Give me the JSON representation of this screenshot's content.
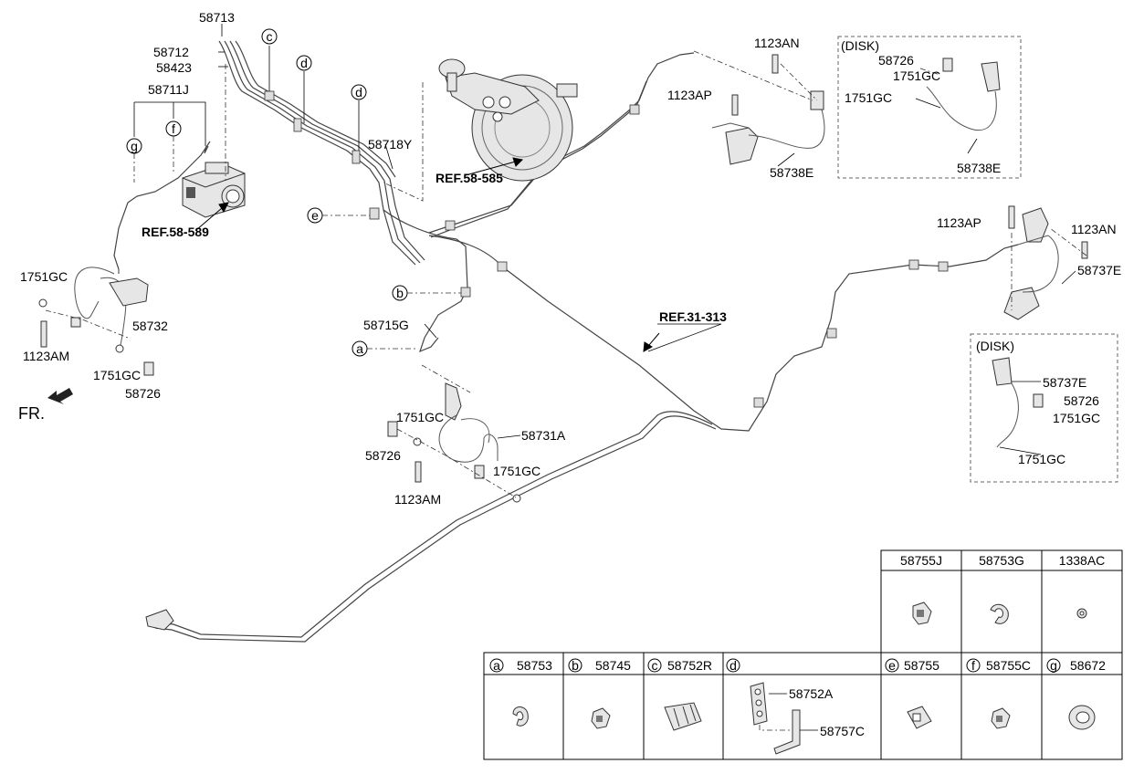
{
  "labels": {
    "p58713": "58713",
    "p58712": "58712",
    "p58423": "58423",
    "p58711J": "58711J",
    "p58718Y": "58718Y",
    "ref58585": "REF.58-585",
    "ref58589": "REF.58-589",
    "ref31313": "REF.31-313",
    "p1751GC_left_top": "1751GC",
    "p58732": "58732",
    "p1123AM_left": "1123AM",
    "p1751GC_left_bottom": "1751GC",
    "p58726_left": "58726",
    "fr": "FR.",
    "p58715G": "58715G",
    "p1751GC_mid_top": "1751GC",
    "p58731A": "58731A",
    "p58726_mid": "58726",
    "p1751GC_mid_bottom": "1751GC",
    "p1123AM_mid": "1123AM",
    "p1123AN_top": "1123AN",
    "p1123AP_top": "1123AP",
    "p58738E_main": "58738E",
    "disk_top_title": "(DISK)",
    "p58726_disk_top": "58726",
    "p1751GC_disk_top_a": "1751GC",
    "p1751GC_disk_top_b": "1751GC",
    "p58738E_disk": "58738E",
    "p1123AP_right": "1123AP",
    "p1123AN_right": "1123AN",
    "p58737E_main": "58737E",
    "disk_bottom_title": "(DISK)",
    "p58737E_disk": "58737E",
    "p58726_disk_bottom": "58726",
    "p1751GC_disk_bottom_a": "1751GC",
    "p1751GC_disk_bottom_b": "1751GC"
  },
  "callouts": {
    "a": "a",
    "b": "b",
    "c": "c",
    "d1": "d",
    "d2": "d",
    "e": "e",
    "f": "f",
    "g": "g"
  },
  "legend_top": {
    "headers": [
      "58755J",
      "58753G",
      "1338AC"
    ]
  },
  "legend_bottom": {
    "cells": [
      {
        "letter": "a",
        "part": "58753"
      },
      {
        "letter": "b",
        "part": "58745"
      },
      {
        "letter": "c",
        "part": "58752R"
      },
      {
        "letter": "d",
        "part": ""
      },
      {
        "letter": "e",
        "part": "58755"
      },
      {
        "letter": "f",
        "part": "58755C"
      },
      {
        "letter": "g",
        "part": "58672"
      }
    ],
    "d_parts": [
      "58752A",
      "58757C"
    ]
  }
}
